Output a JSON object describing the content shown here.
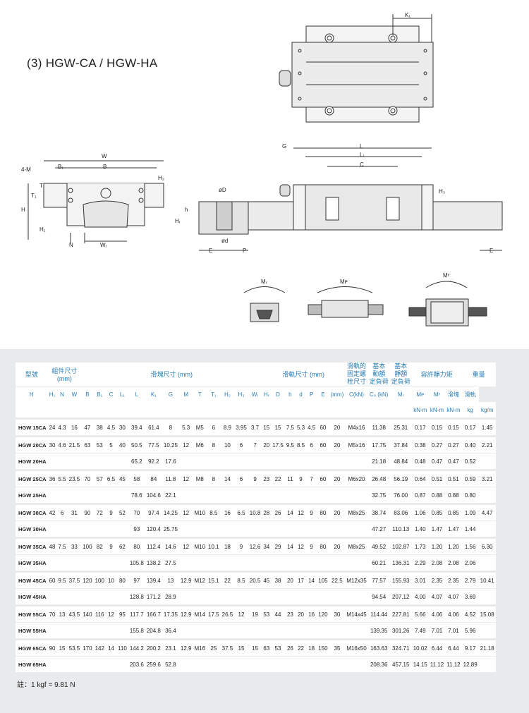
{
  "title": "(3) HGW-CA / HGW-HA",
  "drawing_labels": {
    "k1": "K₁",
    "w": "W",
    "b1": "B₁",
    "b": "B",
    "four_m": "4-M",
    "t1": "T₁",
    "t": "T",
    "h2": "H₂",
    "h": "H",
    "h1": "H₁",
    "n": "N",
    "wr": "Wᵣ",
    "od": "øD",
    "h_small": "h",
    "hr": "Hᵣ",
    "d": "ød",
    "e": "E",
    "p": "P",
    "g": "G",
    "l": "L",
    "l1": "L₁",
    "c": "C",
    "h3": "H₃",
    "e2": "E",
    "mr": "Mᵣ",
    "mp": "Mᴘ",
    "my": "Mʸ"
  },
  "table": {
    "group_headers": {
      "model": "型號",
      "assembly": "組件尺寸\n(mm)",
      "block": "滑塊尺寸 (mm)",
      "rail": "滑軌尺寸 (mm)",
      "bolt": "滑軌的\n固定螺\n栓尺寸",
      "dyn": "基本\n動額\n定負荷",
      "stat": "基本\n靜額\n定負荷",
      "moment": "容許靜力矩",
      "weight": "重量"
    },
    "sub_headers": [
      "H",
      "H₁",
      "N",
      "W",
      "B",
      "B₁",
      "C",
      "L₁",
      "L",
      "K₁",
      "G",
      "M",
      "T",
      "T₁",
      "H₂",
      "H₃",
      "Wᵣ",
      "Hᵣ",
      "D",
      "h",
      "d",
      "P",
      "E",
      "(mm)",
      "C(kN)",
      "C₀ (kN)",
      "Mᵣ",
      "Mᴘ",
      "Mʸ",
      "滑塊",
      "滑軌"
    ],
    "unit_headers": [
      "kN-m",
      "kN-m",
      "kN-m",
      "kg",
      "kg/m"
    ],
    "rows": [
      [
        "HGW 15CA",
        "24",
        "4.3",
        "16",
        "47",
        "38",
        "4.5",
        "30",
        "39.4",
        "61.4",
        "8",
        "5.3",
        "M5",
        "6",
        "8.9",
        "3.95",
        "3.7",
        "15",
        "15",
        "7.5",
        "5.3",
        "4.5",
        "60",
        "20",
        "M4x16",
        "11.38",
        "25.31",
        "0.17",
        "0.15",
        "0.15",
        "0.17",
        "1.45"
      ],
      [
        "HGW 20CA",
        "30",
        "4.6",
        "21.5",
        "63",
        "53",
        "5",
        "40",
        "50.5",
        "77.5",
        "10.25",
        "12",
        "M6",
        "8",
        "10",
        "6",
        "7",
        "20",
        "17.5",
        "9.5",
        "8.5",
        "6",
        "60",
        "20",
        "M5x16",
        "17.75",
        "37.84",
        "0.38",
        "0.27",
        "0.27",
        "0.40",
        "2.21"
      ],
      [
        "HGW 20HA",
        "",
        "",
        "",
        "",
        "",
        "",
        "",
        "65.2",
        "92.2",
        "17.6",
        "",
        "",
        "",
        "",
        "",
        "",
        "",
        "",
        "",
        "",
        "",
        "",
        "",
        "",
        "21.18",
        "48.84",
        "0.48",
        "0.47",
        "0.47",
        "0.52",
        ""
      ],
      [
        "HGW 25CA",
        "36",
        "5.5",
        "23.5",
        "70",
        "57",
        "6.5",
        "45",
        "58",
        "84",
        "11.8",
        "12",
        "M8",
        "8",
        "14",
        "6",
        "9",
        "23",
        "22",
        "11",
        "9",
        "7",
        "60",
        "20",
        "M6x20",
        "26.48",
        "56.19",
        "0.64",
        "0.51",
        "0.51",
        "0.59",
        "3.21"
      ],
      [
        "HGW 25HA",
        "",
        "",
        "",
        "",
        "",
        "",
        "",
        "78.6",
        "104.6",
        "22.1",
        "",
        "",
        "",
        "",
        "",
        "",
        "",
        "",
        "",
        "",
        "",
        "",
        "",
        "",
        "32.75",
        "76.00",
        "0.87",
        "0.88",
        "0.88",
        "0.80",
        ""
      ],
      [
        "HGW 30CA",
        "42",
        "6",
        "31",
        "90",
        "72",
        "9",
        "52",
        "70",
        "97.4",
        "14.25",
        "12",
        "M10",
        "8.5",
        "16",
        "6.5",
        "10.8",
        "28",
        "26",
        "14",
        "12",
        "9",
        "80",
        "20",
        "M8x25",
        "38.74",
        "83.06",
        "1.06",
        "0.85",
        "0.85",
        "1.09",
        "4.47"
      ],
      [
        "HGW 30HA",
        "",
        "",
        "",
        "",
        "",
        "",
        "",
        "93",
        "120.4",
        "25.75",
        "",
        "",
        "",
        "",
        "",
        "",
        "",
        "",
        "",
        "",
        "",
        "",
        "",
        "",
        "47.27",
        "110.13",
        "1.40",
        "1.47",
        "1.47",
        "1.44",
        ""
      ],
      [
        "HGW 35CA",
        "48",
        "7.5",
        "33",
        "100",
        "82",
        "9",
        "62",
        "80",
        "112.4",
        "14.6",
        "12",
        "M10",
        "10.1",
        "18",
        "9",
        "12.6",
        "34",
        "29",
        "14",
        "12",
        "9",
        "80",
        "20",
        "M8x25",
        "49.52",
        "102.87",
        "1.73",
        "1.20",
        "1.20",
        "1.56",
        "6.30"
      ],
      [
        "HGW 35HA",
        "",
        "",
        "",
        "",
        "",
        "",
        "",
        "105.8",
        "138.2",
        "27.5",
        "",
        "",
        "",
        "",
        "",
        "",
        "",
        "",
        "",
        "",
        "",
        "",
        "",
        "",
        "60.21",
        "136.31",
        "2.29",
        "2.08",
        "2.08",
        "2.06",
        ""
      ],
      [
        "HGW 45CA",
        "60",
        "9.5",
        "37.5",
        "120",
        "100",
        "10",
        "80",
        "97",
        "139.4",
        "13",
        "12.9",
        "M12",
        "15.1",
        "22",
        "8.5",
        "20.5",
        "45",
        "38",
        "20",
        "17",
        "14",
        "105",
        "22.5",
        "M12x35",
        "77.57",
        "155.93",
        "3.01",
        "2.35",
        "2.35",
        "2.79",
        "10.41"
      ],
      [
        "HGW 45HA",
        "",
        "",
        "",
        "",
        "",
        "",
        "",
        "128.8",
        "171.2",
        "28.9",
        "",
        "",
        "",
        "",
        "",
        "",
        "",
        "",
        "",
        "",
        "",
        "",
        "",
        "",
        "94.54",
        "207.12",
        "4.00",
        "4.07",
        "4.07",
        "3.69",
        ""
      ],
      [
        "HGW 55CA",
        "70",
        "13",
        "43.5",
        "140",
        "116",
        "12",
        "95",
        "117.7",
        "166.7",
        "17.35",
        "12.9",
        "M14",
        "17.5",
        "26.5",
        "12",
        "19",
        "53",
        "44",
        "23",
        "20",
        "16",
        "120",
        "30",
        "M14x45",
        "114.44",
        "227.81",
        "5.66",
        "4.06",
        "4.06",
        "4.52",
        "15.08"
      ],
      [
        "HGW 55HA",
        "",
        "",
        "",
        "",
        "",
        "",
        "",
        "155.8",
        "204.8",
        "36.4",
        "",
        "",
        "",
        "",
        "",
        "",
        "",
        "",
        "",
        "",
        "",
        "",
        "",
        "",
        "139.35",
        "301.26",
        "7.49",
        "7.01",
        "7.01",
        "5.96",
        ""
      ],
      [
        "HGW 65CA",
        "90",
        "15",
        "53.5",
        "170",
        "142",
        "14",
        "110",
        "144.2",
        "200.2",
        "23.1",
        "12.9",
        "M16",
        "25",
        "37.5",
        "15",
        "15",
        "63",
        "53",
        "26",
        "22",
        "18",
        "150",
        "35",
        "M16x50",
        "163.63",
        "324.71",
        "10.02",
        "6.44",
        "6.44",
        "9.17",
        "21.18"
      ],
      [
        "HGW 65HA",
        "",
        "",
        "",
        "",
        "",
        "",
        "",
        "203.6",
        "259.6",
        "52.8",
        "",
        "",
        "",
        "",
        "",
        "",
        "",
        "",
        "",
        "",
        "",
        "",
        "",
        "",
        "208.36",
        "457.15",
        "14.15",
        "11.12",
        "11.12",
        "12.89",
        ""
      ]
    ]
  },
  "note": "註：1 kgf = 9.81 N"
}
